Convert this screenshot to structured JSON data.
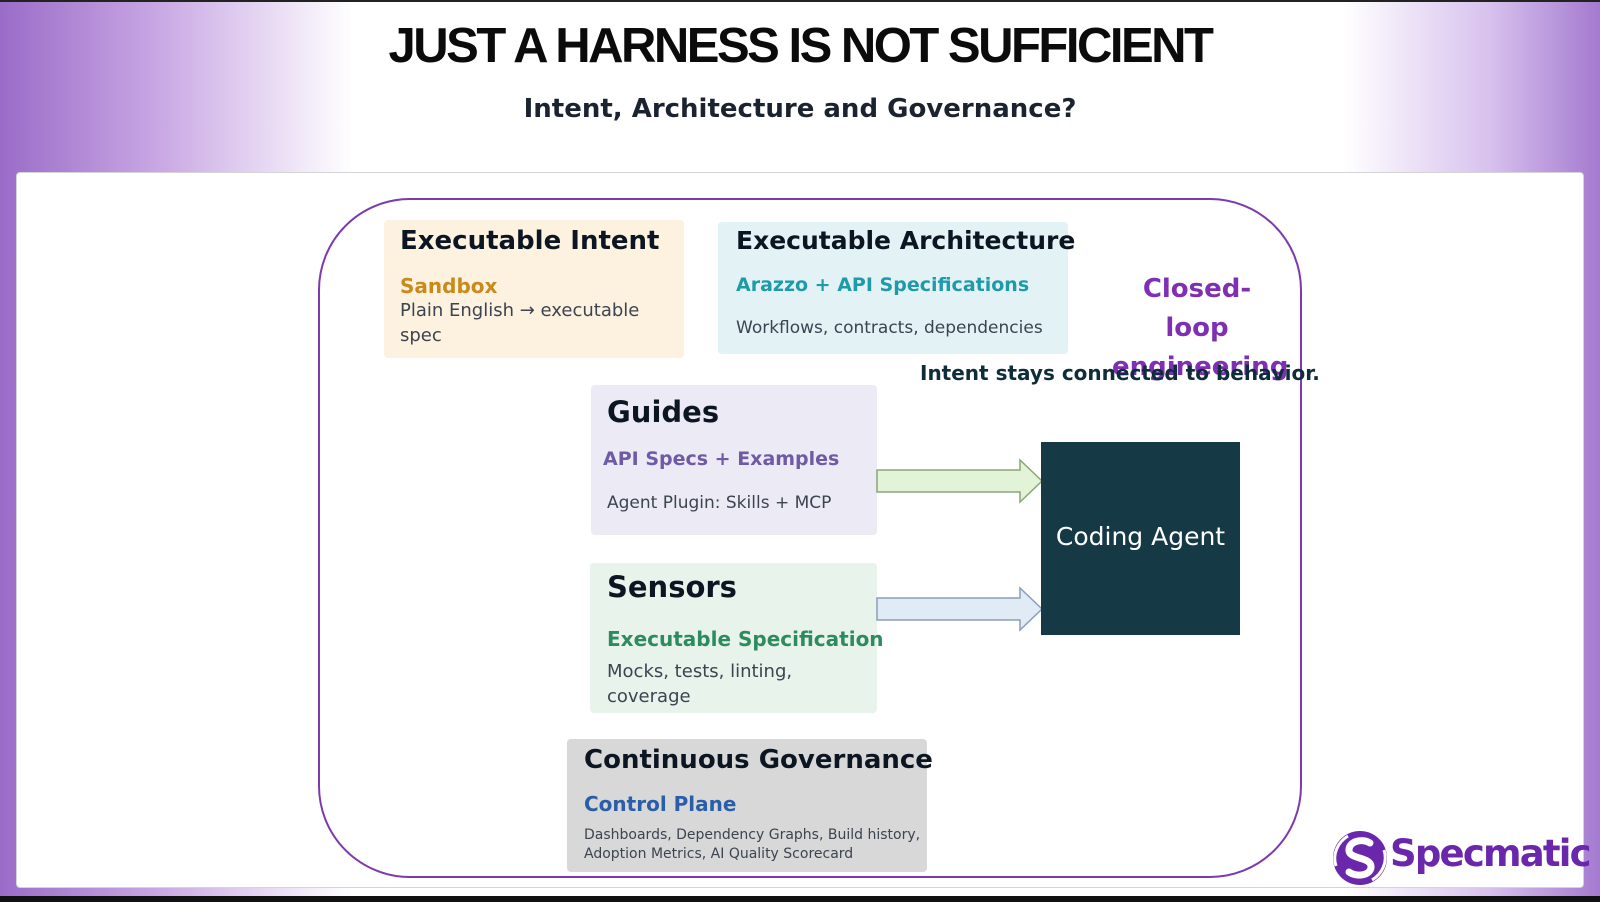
{
  "slide": {
    "title": "JUST A HARNESS IS NOT SUFFICIENT",
    "subtitle": "Intent, Architecture and Governance?"
  },
  "intent": {
    "title": "Executable Intent",
    "subtitle": "Sandbox",
    "desc_line1": "Plain English → executable",
    "desc_line2": "spec"
  },
  "architecture": {
    "title": "Executable Architecture",
    "subtitle": "Arazzo + API Specifications",
    "desc": "Workflows, contracts, dependencies"
  },
  "closed_loop": {
    "line1": "Closed-loop",
    "line2": "engineering",
    "tagline": "Intent stays connected to behavior."
  },
  "guides": {
    "title": "Guides",
    "subtitle": "API Specs + Examples",
    "desc": "Agent Plugin: Skills + MCP"
  },
  "sensors": {
    "title": "Sensors",
    "subtitle": "Executable Specification",
    "desc_line1": "Mocks, tests, linting,",
    "desc_line2": "coverage"
  },
  "agent": {
    "label": "Coding Agent"
  },
  "governance": {
    "title": "Continuous Governance",
    "subtitle": "Control Plane",
    "desc_line1": "Dashboards, Dependency Graphs, Build history,",
    "desc_line2": "Adoption Metrics, AI Quality Scorecard"
  },
  "logo": {
    "text": "Specmatic"
  },
  "colors": {
    "loop_border": "#7c3aad",
    "intent_accent": "#c98a1c",
    "architecture_accent": "#1f9aa8",
    "closed_loop_text": "#7e2fb3",
    "guides_accent": "#6f5aa5",
    "sensors_accent": "#2e8b5e",
    "governance_accent": "#2b5ea8",
    "agent_fill": "#153945",
    "guides_arrow_fill": "#e3f3d7",
    "sensors_arrow_fill": "#e0ebf6"
  }
}
